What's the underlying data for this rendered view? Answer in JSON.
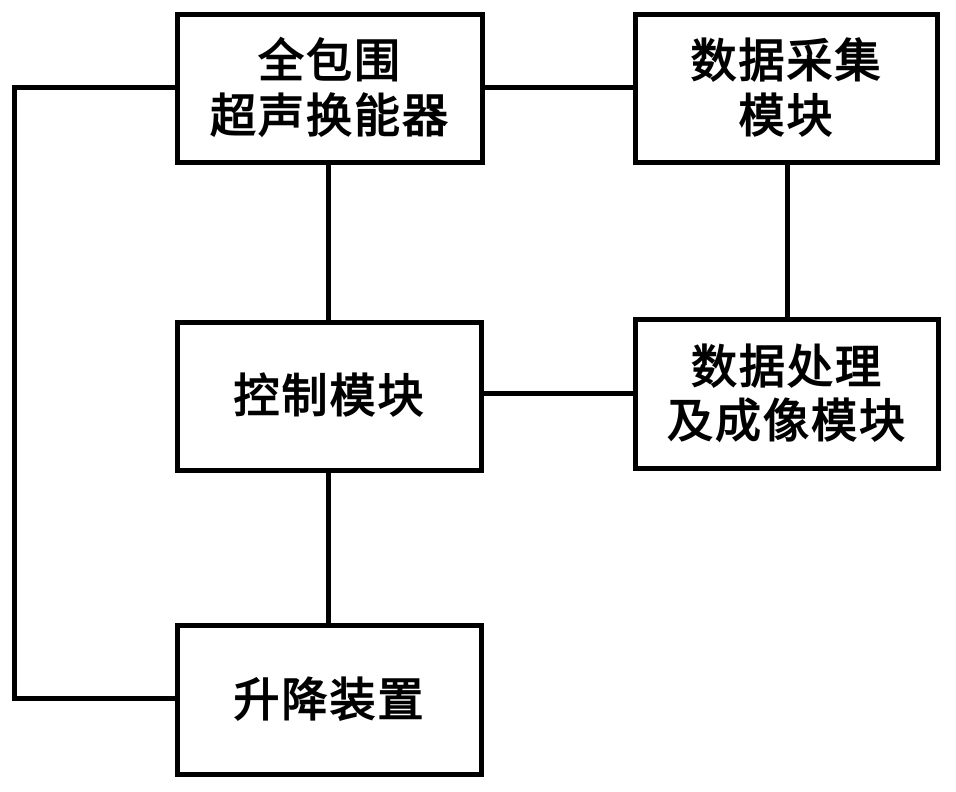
{
  "diagram": {
    "background_color": "#ffffff",
    "line_color": "#000000",
    "boxes": [
      {
        "id": "transducer",
        "lines": [
          "全包围",
          "超声换能器"
        ]
      },
      {
        "id": "daq",
        "lines": [
          "数据采集",
          "模块"
        ]
      },
      {
        "id": "control",
        "lines": [
          "控制模块"
        ]
      },
      {
        "id": "processing",
        "lines": [
          "数据处理",
          "及成像模块"
        ]
      },
      {
        "id": "lift",
        "lines": [
          "升降装置"
        ]
      }
    ],
    "connections": [
      {
        "from": "transducer",
        "to": "daq",
        "shape": "horizontal"
      },
      {
        "from": "transducer",
        "to": "control",
        "shape": "vertical"
      },
      {
        "from": "daq",
        "to": "processing",
        "shape": "vertical"
      },
      {
        "from": "control",
        "to": "processing",
        "shape": "horizontal"
      },
      {
        "from": "control",
        "to": "lift",
        "shape": "vertical"
      },
      {
        "from": "transducer",
        "to": "lift",
        "shape": "left-loop"
      }
    ]
  }
}
